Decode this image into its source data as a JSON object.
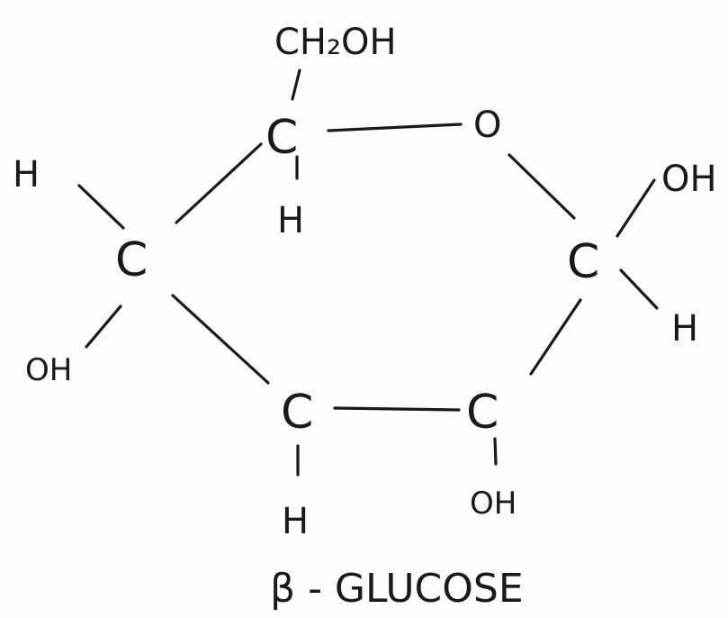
{
  "diagram": {
    "caption": "β - GLUCOSE",
    "atoms": {
      "ch2oh": "CH₂OH",
      "c5": "C",
      "o_ring": "O",
      "c5_h": "H",
      "c4": "C",
      "c4_h": "H",
      "c4_oh": "OH",
      "c1": "C",
      "c1_oh": "OH",
      "c1_h": "H",
      "c3": "C",
      "c3_h": "H",
      "c2": "C",
      "c2_oh": "OH"
    }
  }
}
